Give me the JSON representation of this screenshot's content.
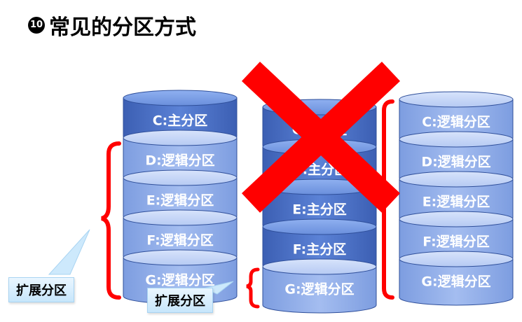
{
  "title": {
    "number": "10",
    "text": "常见的分区方式"
  },
  "stacks": [
    {
      "id": "left",
      "segments": [
        {
          "label": "C:主分区",
          "kind": "primary"
        },
        {
          "label": "D:逻辑分区",
          "kind": "logical"
        },
        {
          "label": "E:逻辑分区",
          "kind": "logical"
        },
        {
          "label": "F:逻辑分区",
          "kind": "logical"
        },
        {
          "label": "G:逻辑分区",
          "kind": "logical"
        }
      ]
    },
    {
      "id": "middle",
      "crossed_out": true,
      "segments": [
        {
          "label": "C:主分区",
          "kind": "primary"
        },
        {
          "label": "D:主分区",
          "kind": "primary"
        },
        {
          "label": "E:主分区",
          "kind": "primary"
        },
        {
          "label": "F:主分区",
          "kind": "primary"
        },
        {
          "label": "G:逻辑分区",
          "kind": "logical"
        }
      ]
    },
    {
      "id": "right",
      "segments": [
        {
          "label": "C:逻辑分区",
          "kind": "logical"
        },
        {
          "label": "D:逻辑分区",
          "kind": "logical"
        },
        {
          "label": "E:逻辑分区",
          "kind": "logical"
        },
        {
          "label": "F:逻辑分区",
          "kind": "logical"
        },
        {
          "label": "G:逻辑分区",
          "kind": "logical"
        }
      ]
    }
  ],
  "callouts": [
    {
      "text": "扩展分区"
    },
    {
      "text": "扩展分区"
    }
  ],
  "colors": {
    "primary": "#4f75c9",
    "logical": "#8aaae6",
    "cross": "#ff0000",
    "brace": "#ff0000"
  }
}
